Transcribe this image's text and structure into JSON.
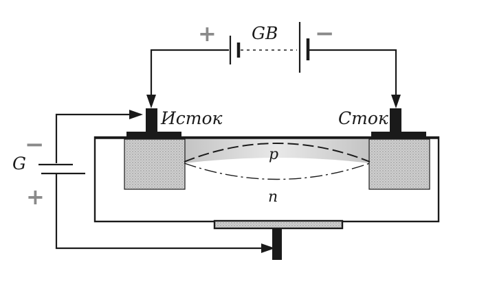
{
  "diagram": {
    "battery_gb": {
      "label": "GB",
      "plus_sign": "+",
      "minus_sign": "−"
    },
    "battery_g": {
      "label": "G",
      "minus_sign": "−",
      "plus_sign": "+"
    },
    "terminals": {
      "source_label": "Исток",
      "drain_label": "Сток"
    },
    "regions": {
      "channel_label": "p",
      "substrate_label": "n"
    },
    "colors": {
      "ink": "#1a1a1a",
      "sign_gray": "#8a8a8a",
      "doped_region": "#c9c9c9",
      "background": "#ffffff"
    }
  }
}
